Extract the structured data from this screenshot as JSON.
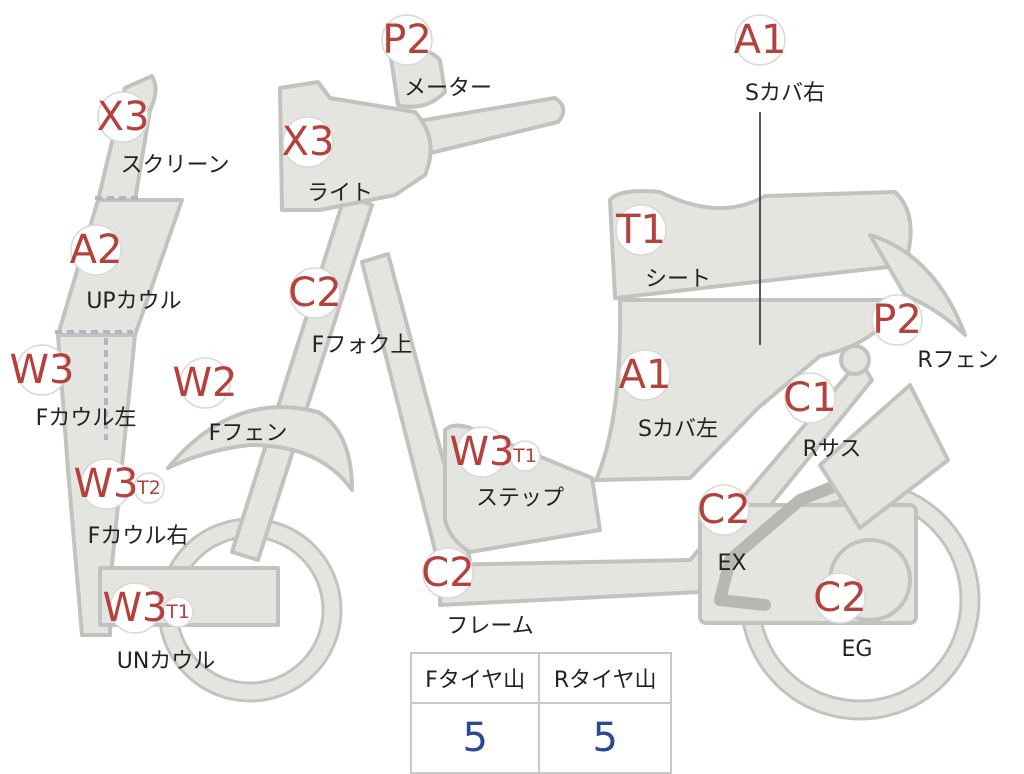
{
  "labels": {
    "meter": {
      "code": "P2",
      "name": "メーター"
    },
    "side_cover_right": {
      "code": "A1",
      "name": "Sカバ右"
    },
    "screen": {
      "code": "X3",
      "name": "スクリーン"
    },
    "light": {
      "code": "X3",
      "name": "ライト"
    },
    "up_cowl": {
      "code": "A2",
      "name": "UPカウル"
    },
    "seat": {
      "code": "T1",
      "name": "シート"
    },
    "f_fork_upper": {
      "code": "C2",
      "name": "Fフォク上"
    },
    "r_fender": {
      "code": "P2",
      "name": "Rフェン"
    },
    "f_cowl_left": {
      "code": "W3",
      "name": "Fカウル左"
    },
    "f_fender": {
      "code": "W2",
      "name": "Fフェン"
    },
    "side_cover_left": {
      "code": "A1",
      "name": "Sカバ左"
    },
    "r_suspension": {
      "code": "C1",
      "name": "Rサス"
    },
    "step": {
      "code": "W3",
      "subcode": "T1",
      "name": "ステップ"
    },
    "f_cowl_right": {
      "code": "W3",
      "subcode": "T2",
      "name": "Fカウル右"
    },
    "exhaust": {
      "code": "C2",
      "name": "EX"
    },
    "frame": {
      "code": "C2",
      "name": "フレーム"
    },
    "engine": {
      "code": "C2",
      "name": "EG"
    },
    "un_cowl": {
      "code": "W3",
      "subcode": "T1",
      "name": "UNカウル"
    }
  },
  "tire_table": {
    "headers": [
      "Fタイヤ山",
      "Rタイヤ山"
    ],
    "values": [
      "5",
      "5"
    ]
  },
  "colors": {
    "code_red": "#b4413c",
    "tread_blue": "#2c4a94",
    "part_fill": "#e4e4e1",
    "part_outline": "#c2c3bf"
  }
}
